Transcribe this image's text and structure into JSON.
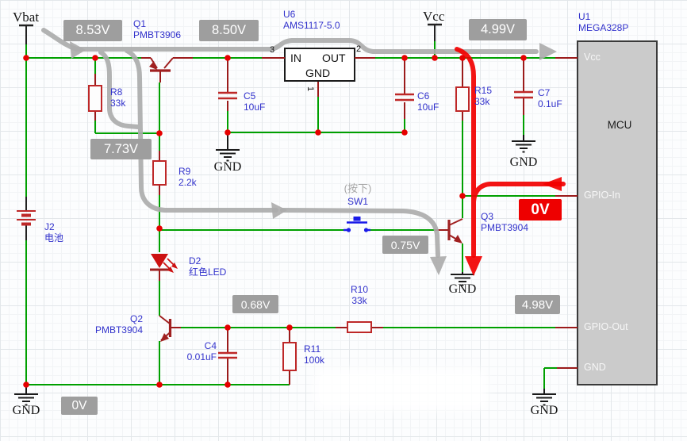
{
  "power": {
    "vbat": "Vbat",
    "vcc": "Vcc",
    "gnd": "GND"
  },
  "badges": {
    "vbat_rail": "8.53V",
    "regulator_in": "8.50V",
    "vcc_rail": "4.99V",
    "q1_base": "7.73V",
    "q3_base": "0.75V",
    "gpio_in": "0V",
    "q2_base": "0.68V",
    "gpio_out": "4.98V",
    "gnd_rail": "0V"
  },
  "components": {
    "q1": {
      "ref": "Q1",
      "value": "PMBT3906"
    },
    "q2": {
      "ref": "Q2",
      "value": "PMBT3904"
    },
    "q3": {
      "ref": "Q3",
      "value": "PMBT3904"
    },
    "r8": {
      "ref": "R8",
      "value": "33k"
    },
    "r9": {
      "ref": "R9",
      "value": "2.2k"
    },
    "r10": {
      "ref": "R10",
      "value": "33k"
    },
    "r11": {
      "ref": "R11",
      "value": "100k"
    },
    "r15": {
      "ref": "R15",
      "value": "33k"
    },
    "c4": {
      "ref": "C4",
      "value": "0.01uF"
    },
    "c5": {
      "ref": "C5",
      "value": "10uF"
    },
    "c6": {
      "ref": "C6",
      "value": "10uF"
    },
    "c7": {
      "ref": "C7",
      "value": "0.1uF"
    },
    "j2": {
      "ref": "J2",
      "value": "电池"
    },
    "d2": {
      "ref": "D2",
      "value": "红色LED"
    },
    "sw1": {
      "ref": "SW1",
      "note": "(按下)"
    },
    "u6": {
      "ref": "U6",
      "value": "AMS1117-5.0",
      "pins": {
        "in": "IN",
        "out": "OUT",
        "gnd": "GND",
        "num_in": "3",
        "num_out": "2",
        "num_gnd": "1"
      }
    },
    "u1": {
      "ref": "U1",
      "value": "MEGA328P",
      "core": "MCU",
      "pins": {
        "vcc": "Vcc",
        "gpio_in": "GPIO-In",
        "gpio_out": "GPIO-Out",
        "gnd": "GND"
      }
    }
  },
  "colors": {
    "wire": "#00A000",
    "net_stub": "#9B1B1B",
    "component": "#BE2828",
    "junction": "#E60000",
    "label": "#3232CC",
    "badge_bg": "#9E9E9E",
    "badge_text": "#FFFFFF",
    "alert_badge_bg": "#EE0000",
    "flow_arrow_gray": "#ABABAB",
    "flow_arrow_red": "#F20000",
    "mcu_fill": "#CBCBCB"
  }
}
